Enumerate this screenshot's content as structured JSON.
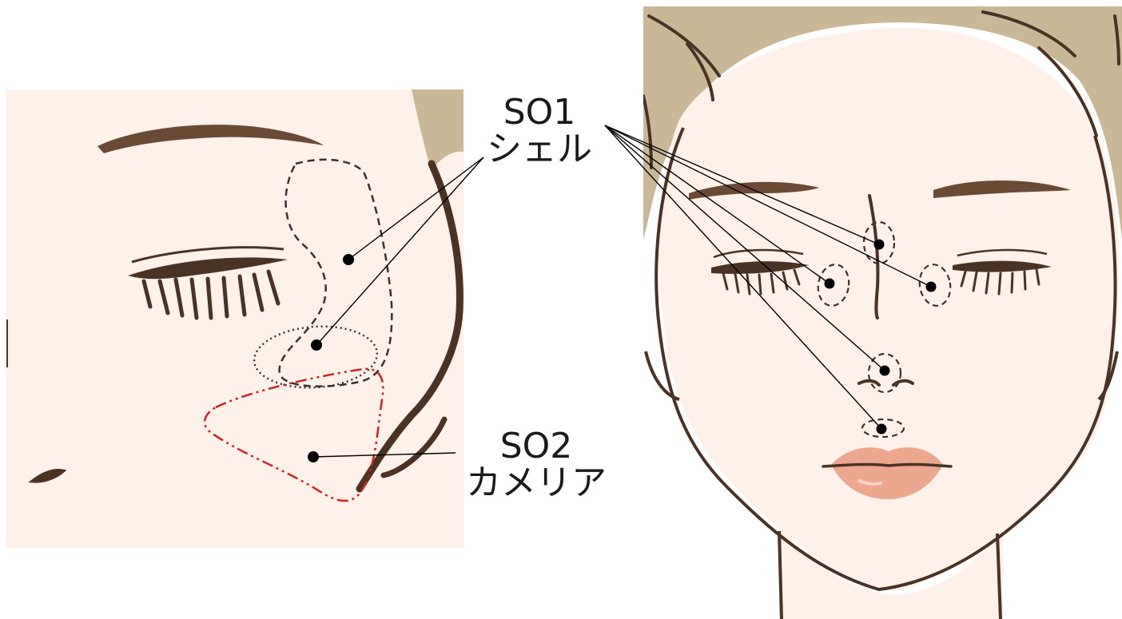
{
  "labels": {
    "so1": {
      "code": "SO1",
      "name": "シェル"
    },
    "so2": {
      "code": "SO2",
      "name": "カメリア"
    }
  },
  "colors": {
    "skin": "#fdf1ea",
    "hair": "#c9b796",
    "line": "#4a3324",
    "brow": "#6b4a35",
    "lip": "#eca88e",
    "so1_outline": "#333333",
    "so2_outline": "#d42020",
    "leader": "#000000"
  },
  "icons": {
    "so1_marker": "dot-marker",
    "so2_marker": "dot-marker"
  }
}
